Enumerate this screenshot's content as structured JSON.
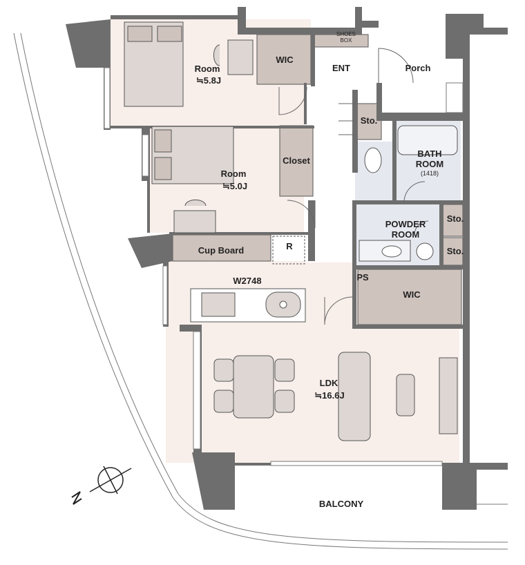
{
  "rooms": {
    "room1": {
      "name": "Room",
      "size": "≒5.8J"
    },
    "wic_top": "WIC",
    "shoes_box": "SHOES\nBOX",
    "ent": "ENT",
    "porch": "Porch",
    "sto_top": "Sto.",
    "bath": {
      "name": "BATH\nROOM",
      "size": "(1418)"
    },
    "closet": "Closet",
    "room2": {
      "name": "Room",
      "size": "≒5.0J"
    },
    "powder": "POWDER\nROOM",
    "sto_mid": "Sto.",
    "sto_low": "Sto.",
    "cupboard": "Cup Board",
    "r_mark": "R",
    "ps": "PS",
    "wic_mid": "WIC",
    "kitchen_width": "W2748",
    "ldk": {
      "name": "LDK",
      "size": "≒16.6J"
    },
    "balcony": "BALCONY"
  },
  "compass": {
    "north_label": "N"
  },
  "colors": {
    "wall": "#6e6e6e",
    "room_fill": "#f8eeea",
    "wet_fill": "#e6e8ef",
    "storage_fill": "#cfc3bd",
    "furniture_fill": "#ddd6d2",
    "line": "#555555"
  }
}
